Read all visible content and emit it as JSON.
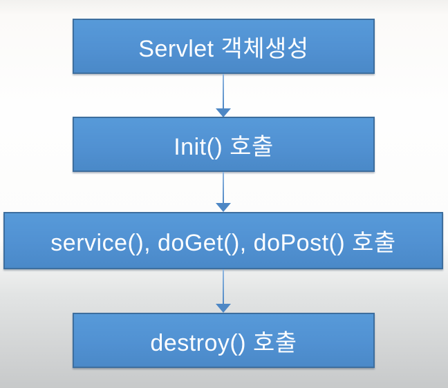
{
  "diagram": {
    "boxes": [
      {
        "label": "Servlet 객체생성"
      },
      {
        "label": "Init() 호출"
      },
      {
        "label": "service(), doGet(), doPost() 호출"
      },
      {
        "label": "destroy() 호출"
      }
    ],
    "arrows": [
      {
        "from": 0,
        "to": 1,
        "direction": "down"
      },
      {
        "from": 1,
        "to": 2,
        "direction": "down"
      },
      {
        "from": 2,
        "to": 3,
        "direction": "down"
      }
    ],
    "colors": {
      "box_fill": "#5191d2",
      "box_border": "#3d6e9e",
      "arrow": "#4d87c5",
      "text": "#fdfeff",
      "background_top": "#fbfaf8",
      "background_bottom": "#c7c9ca"
    }
  }
}
